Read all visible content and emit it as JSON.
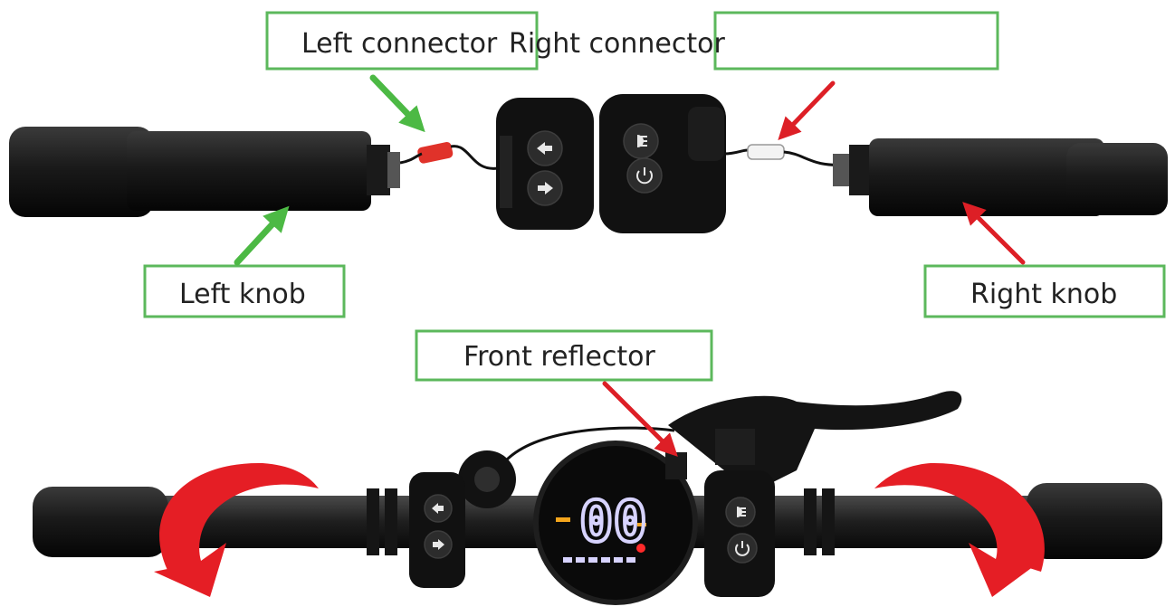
{
  "labels": {
    "left_connector": "Left connector",
    "right_connector": "Right connector",
    "left_knob": "Left knob",
    "right_knob": "Right knob",
    "front_reflector": "Front reflector"
  },
  "display": {
    "speed_readout": "00"
  },
  "colors": {
    "callout_border": "#5cb85c",
    "green_arrow": "#4cb944",
    "red_arrow": "#dd1f26",
    "handlebar_black": "#1c1c1c",
    "display_glow": "#d7d3ff",
    "connector_red": "#e0322a"
  },
  "icons": {
    "left_controls": [
      "arrow-left-icon",
      "arrow-right-icon"
    ],
    "right_controls": [
      "headlight-icon",
      "power-icon"
    ]
  }
}
